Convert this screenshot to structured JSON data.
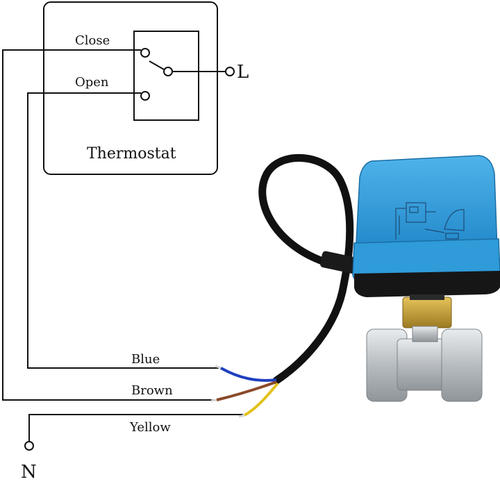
{
  "thermostat": {
    "title": "Thermostat",
    "close_label": "Close",
    "open_label": "Open",
    "live_label": "L"
  },
  "neutral_label": "N",
  "wires": {
    "blue": "Blue",
    "brown": "Brown",
    "yellow": "Yellow"
  },
  "colors": {
    "line": "#111111",
    "actuator_blue": "#2f9bd9",
    "actuator_dark": "#1e6fa6",
    "cable_black": "#111111",
    "wire_blue": "#1f3fbf",
    "wire_brown": "#8a4a2a",
    "wire_yellow": "#e2c21a",
    "brass": "#c9a23a",
    "steel": "#bfc3c6"
  }
}
